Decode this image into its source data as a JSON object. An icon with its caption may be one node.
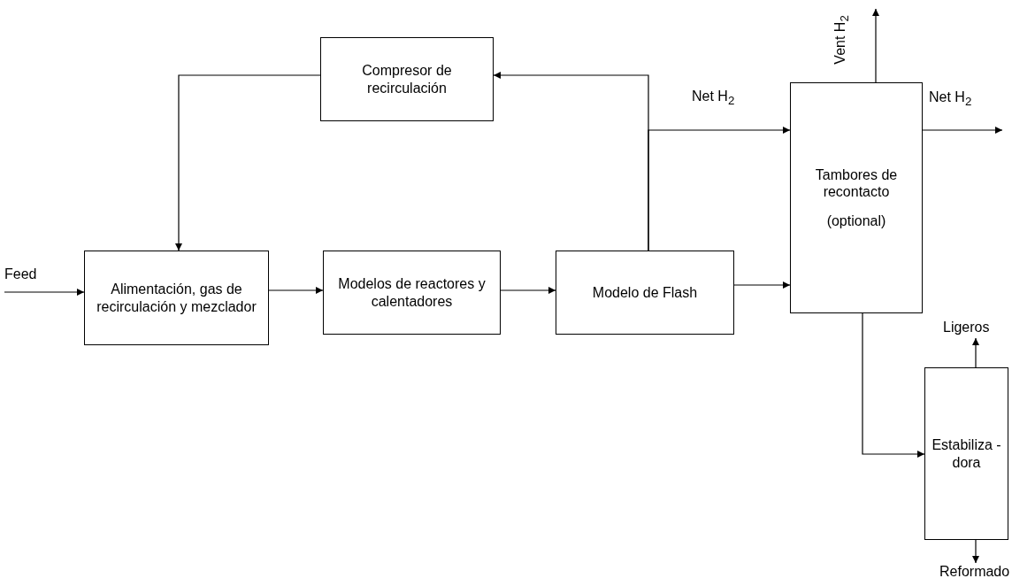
{
  "diagram": {
    "nodes": [
      {
        "text": [
          "Compresor de recirculación"
        ]
      },
      {
        "text": [
          "Alimentación, gas de recirculación y mezclador"
        ]
      },
      {
        "text": [
          "Modelos de reactores y calentadores"
        ]
      },
      {
        "text": [
          "Modelo de Flash"
        ]
      },
      {
        "text": [
          "Tambores de recontacto",
          "(optional)"
        ]
      },
      {
        "text": [
          "Estabiliza -dora"
        ]
      },
      {
        "text": [
          "Feed"
        ]
      },
      {
        "text": [
          "Ligeros"
        ]
      },
      {
        "text": [
          "Reformado"
        ]
      }
    ],
    "edges": [
      {
        "from": 6,
        "to": 1,
        "arrow": "to"
      },
      {
        "from": 1,
        "to": 2,
        "arrow": "to"
      },
      {
        "from": 2,
        "to": 3,
        "arrow": "to"
      },
      {
        "from": 3,
        "to": 4,
        "arrow": "to"
      },
      {
        "from": 3,
        "to": 0,
        "arrow": "to"
      },
      {
        "from": 3,
        "to": 4,
        "arrow": "to",
        "label": "Net H$_{2}$"
      },
      {
        "from": 0,
        "to": 1,
        "arrow": "to"
      },
      {
        "from": 4,
        "to": null,
        "arrow": "to",
        "label": "Net H$_{2}$"
      },
      {
        "from": 4,
        "to": null,
        "arrow": "to",
        "label": "Vent H$_{2}$"
      },
      {
        "from": 4,
        "to": 5,
        "arrow": "to"
      },
      {
        "from": 5,
        "to": 7,
        "arrow": "to"
      },
      {
        "from": 5,
        "to": 8,
        "arrow": "to"
      }
    ]
  }
}
